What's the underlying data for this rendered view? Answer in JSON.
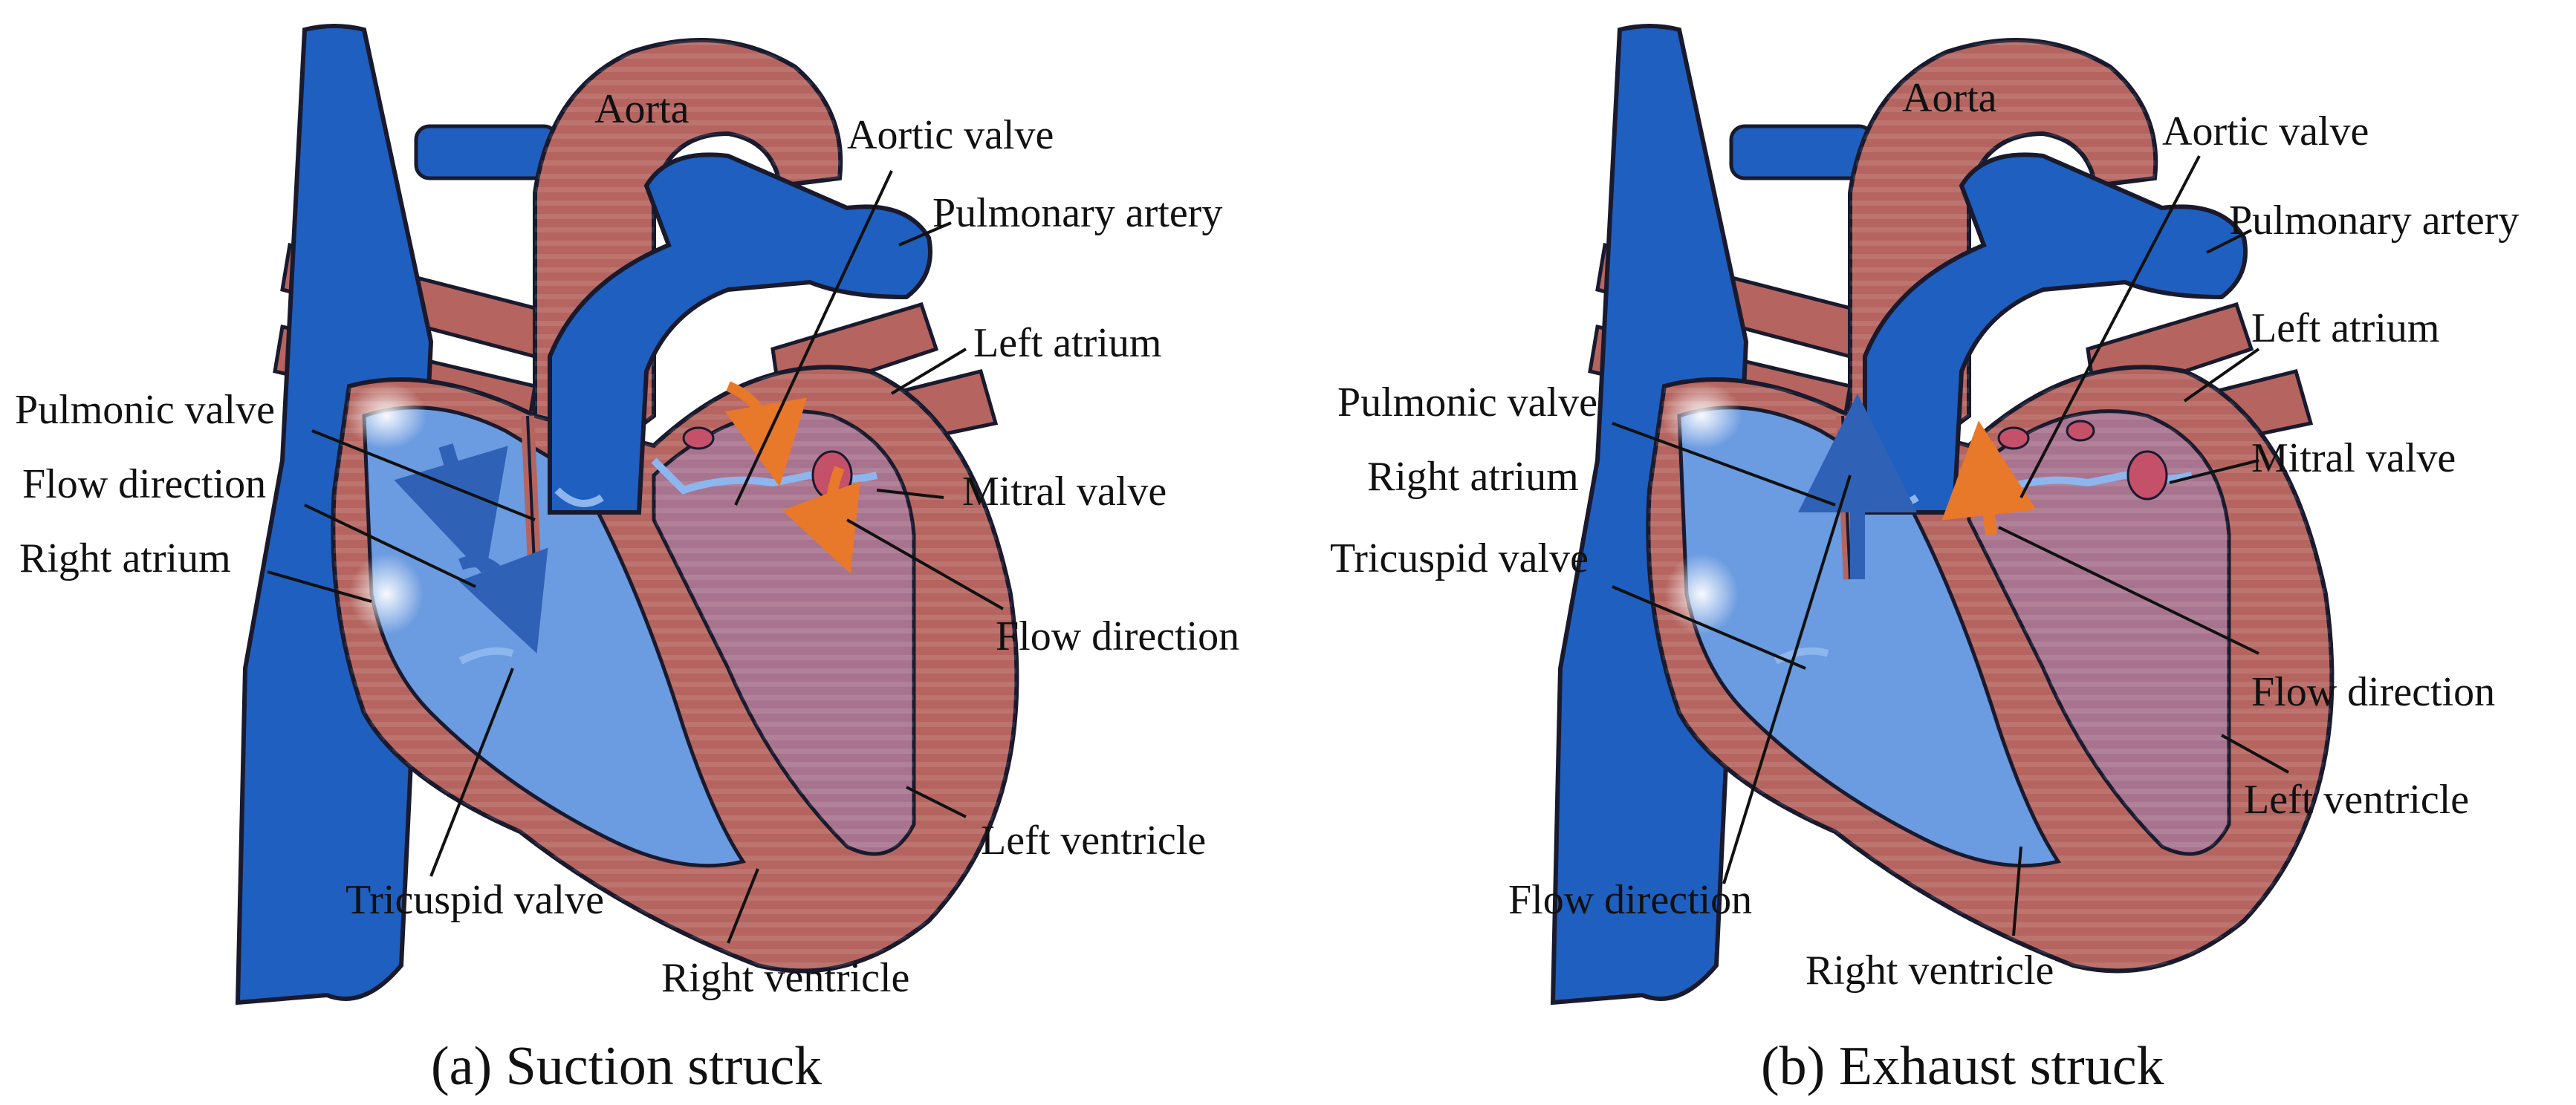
{
  "colors": {
    "vein_blue": "#1f5fbf",
    "vein_dark": "#123f8a",
    "chamber_blue": "#6b9be0",
    "muscle_red": "#b5645f",
    "muscle_light": "#c98a86",
    "left_chamber": "#a8738e",
    "arrow_orange": "#e8782a",
    "outline": "#1a1a2e",
    "background": "#ffffff"
  },
  "panels": [
    {
      "caption": "(a) Suction struck",
      "labels": {
        "aorta": "Aorta",
        "aortic_valve": "Aortic valve",
        "pulmonary_artery": "Pulmonary artery",
        "left_atrium": "Left atrium",
        "pulmonic_valve": "Pulmonic valve",
        "flow_direction_right": "Flow direction",
        "mitral_valve": "Mitral valve",
        "right_atrium": "Right atrium",
        "flow_direction_left": "Flow direction",
        "left_ventricle": "Left ventricle",
        "tricuspid_valve": "Tricuspid valve",
        "right_ventricle": "Right ventricle"
      },
      "icons": [
        "heart-suction-illustration",
        "flow-arrow-blue",
        "flow-arrow-orange"
      ]
    },
    {
      "caption": "(b) Exhaust struck",
      "labels": {
        "aorta": "Aorta",
        "aortic_valve": "Aortic valve",
        "pulmonary_artery": "Pulmonary artery",
        "left_atrium": "Left atrium",
        "pulmonic_valve": "Pulmonic valve",
        "mitral_valve": "Mitral valve",
        "right_atrium": "Right atrium",
        "tricuspid_valve": "Tricuspid valve",
        "flow_direction_left": "Flow direction",
        "left_ventricle": "Left ventricle",
        "flow_direction_right": "Flow direction",
        "right_ventricle": "Right ventricle"
      },
      "icons": [
        "heart-exhaust-illustration",
        "flow-arrow-blue",
        "flow-arrow-orange"
      ]
    }
  ]
}
